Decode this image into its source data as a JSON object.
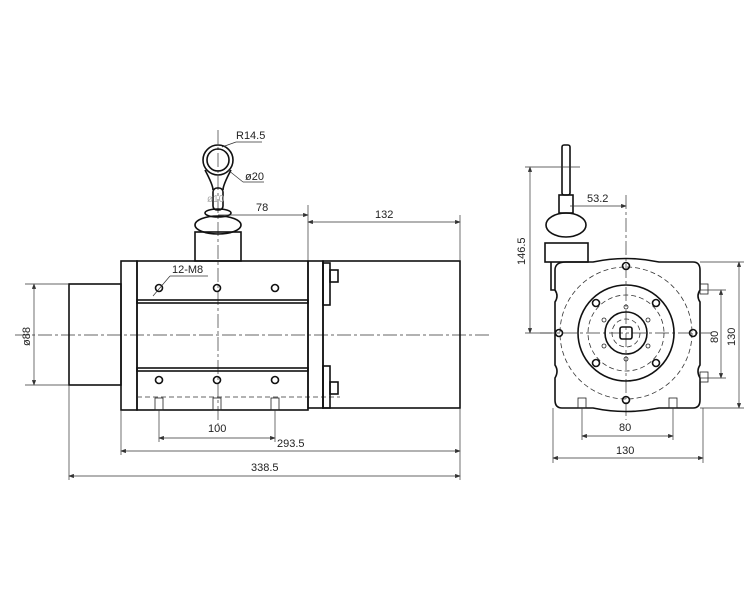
{
  "drawing": {
    "side_view": {
      "dim_eye_radius": "R14.5",
      "dim_eye_diameter": "ø20",
      "dim_rod_diameter": "ø10",
      "dim_rod_offset": "78",
      "dim_rear_length": "132",
      "dim_holes": "12-M8",
      "dim_body_diameter": "ø88",
      "dim_hole_spacing": "100",
      "dim_body_length": "293.5",
      "dim_total_length": "338.5"
    },
    "front_view": {
      "dim_height": "146.5",
      "dim_rod_offset": "53.2",
      "dim_mount_spacing_v": "80",
      "dim_width_v": "130",
      "dim_mount_spacing_h": "80",
      "dim_width_h": "130"
    }
  }
}
